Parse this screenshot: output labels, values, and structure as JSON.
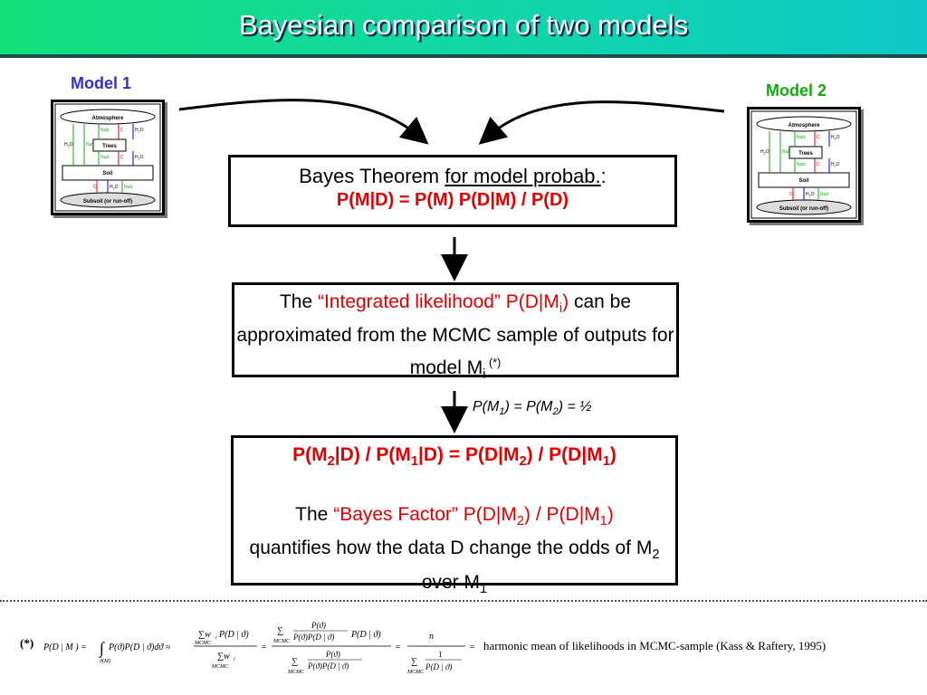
{
  "title": "Bayesian comparison of two models",
  "model1_label": "Model 1",
  "model2_label": "Model 2",
  "diagram": {
    "atmosphere": "Atmosphere",
    "trees": "Trees",
    "soil": "Soil",
    "subsoil": "Subsoil (or run-off)",
    "nutr": "Nutr.",
    "c": "C",
    "h2o": "H",
    "h2o_sub": "2",
    "h2o_end": "O"
  },
  "bayes_box": {
    "prefix": "Bayes Theorem ",
    "underlined": "for model probab.",
    "suffix": ":",
    "formula": "P(M|D) = P(M) P(D|M) / P(D)"
  },
  "integrated_box": {
    "t1": "The ",
    "t2": "“Integrated likelihood” P(D|M",
    "t2_sub": "i",
    "t2_end": ")",
    "t3": " can be approximated from the MCMC sample of outputs for model M",
    "t3_sub": "i",
    "t3_sup": " (*)"
  },
  "prior": {
    "a": "P(M",
    "a_sub": "1",
    "b": ") = P(M",
    "b_sub": "2",
    "c": ") = ½"
  },
  "factor_box": {
    "l1_a": "P(M",
    "l1_a_sub": "2",
    "l1_b": "|D) / P(M",
    "l1_b_sub": "1",
    "l1_c": "|D) = P(D|M",
    "l1_c_sub": "2",
    "l1_d": ") / P(D|M",
    "l1_d_sub": "1",
    "l1_e": ")",
    "l2_a": "The ",
    "l2_b": "“Bayes Factor” P(D|M",
    "l2_b_sub": "2",
    "l2_c": ") / P(D|M",
    "l2_c_sub": "1",
    "l2_d": ")",
    "l3_a": "quantifies how the data D change the odds of M",
    "l3_a_sub": "2",
    "l3_b": " over M",
    "l3_b_sub": "1"
  },
  "footnote": {
    "star": "(*)",
    "harmonic": "harmonic mean of likelihoods in MCMC-sample (Kass & Raftery, 1995)"
  }
}
